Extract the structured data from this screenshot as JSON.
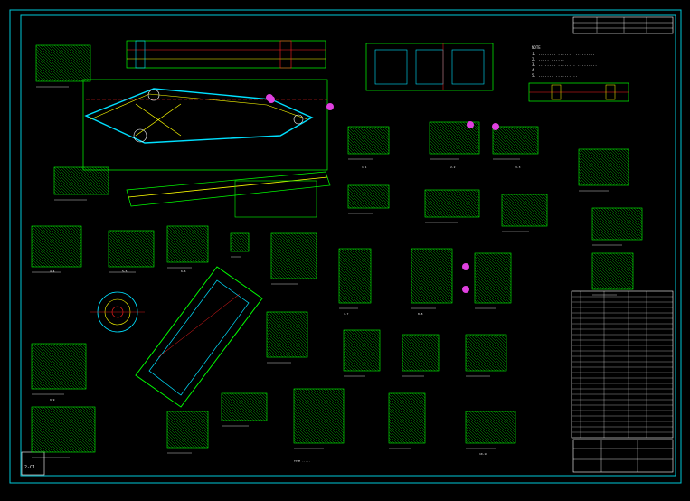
{
  "drawing": {
    "sheet_tag": "2-C1",
    "palette": {
      "background": "#000000",
      "frame": "#00c8d8",
      "hatch": "#00ff00",
      "part_outline": "#00e0ff",
      "highlight": "#ff2020",
      "note_yellow": "#ffff00",
      "magenta_marker": "#e040e0",
      "text": "#e8e8e8"
    },
    "notes_block_lines": [
      "NOTE",
      "1. ........ ....... .........",
      "2. ..... ......",
      "3. .. ..... ........ .........",
      "4. ........ .....",
      "5. ....... .........."
    ],
    "section_labels": [
      "1-1",
      "2-2",
      "3-3",
      "4-4",
      "5-5",
      "6-6",
      "7-7",
      "8-8",
      "9-9",
      "10-10"
    ],
    "weld_note": "TYPE ....."
  }
}
